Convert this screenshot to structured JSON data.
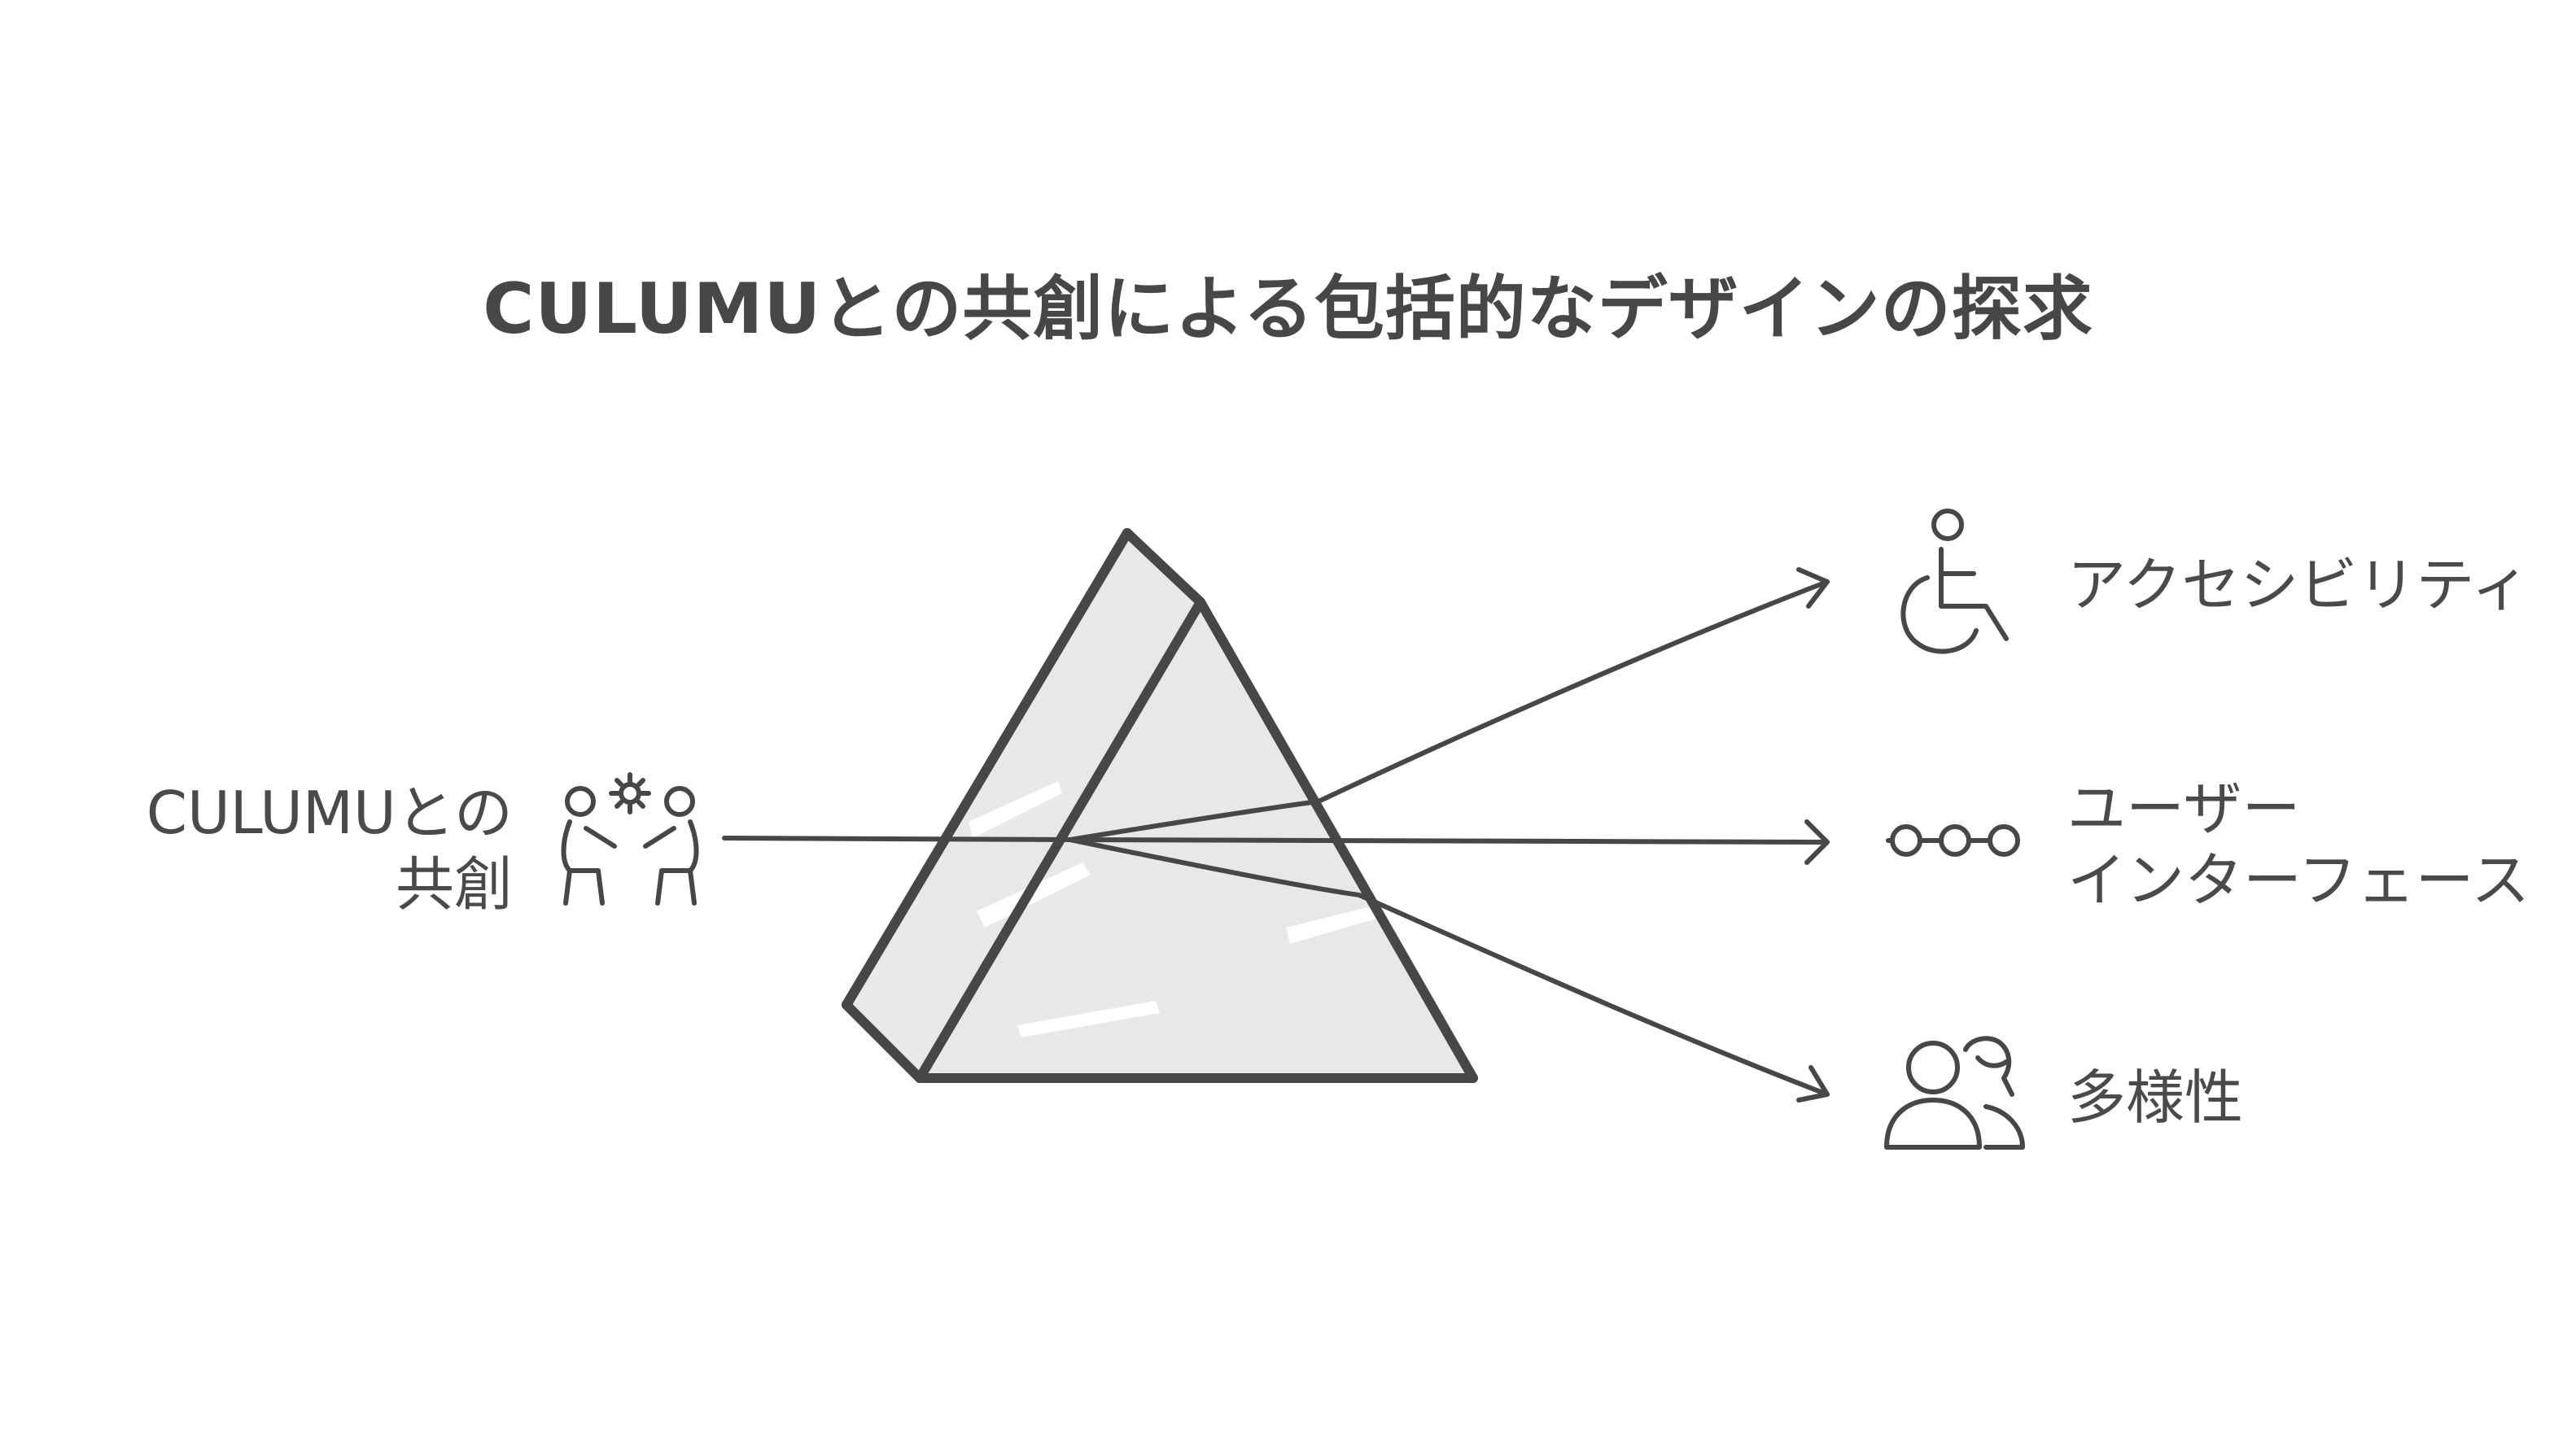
{
  "title": "CULUMUとの共創による包括的なデザインの探求",
  "source": {
    "label_line1": "CULUMUとの",
    "label_line2": "共創",
    "icon": "cocreation-people-icon"
  },
  "outputs": [
    {
      "label_line1": "アクセシビリティ",
      "label_line2": "",
      "icon": "wheelchair-icon"
    },
    {
      "label_line1": "ユーザー",
      "label_line2": "インターフェース",
      "icon": "connected-nodes-icon"
    },
    {
      "label_line1": "多様性",
      "label_line2": "",
      "icon": "people-diversity-icon"
    }
  ],
  "colors": {
    "stroke": "#474747",
    "prism_fill": "#e6e6e6",
    "text": "#4a4a4a"
  }
}
